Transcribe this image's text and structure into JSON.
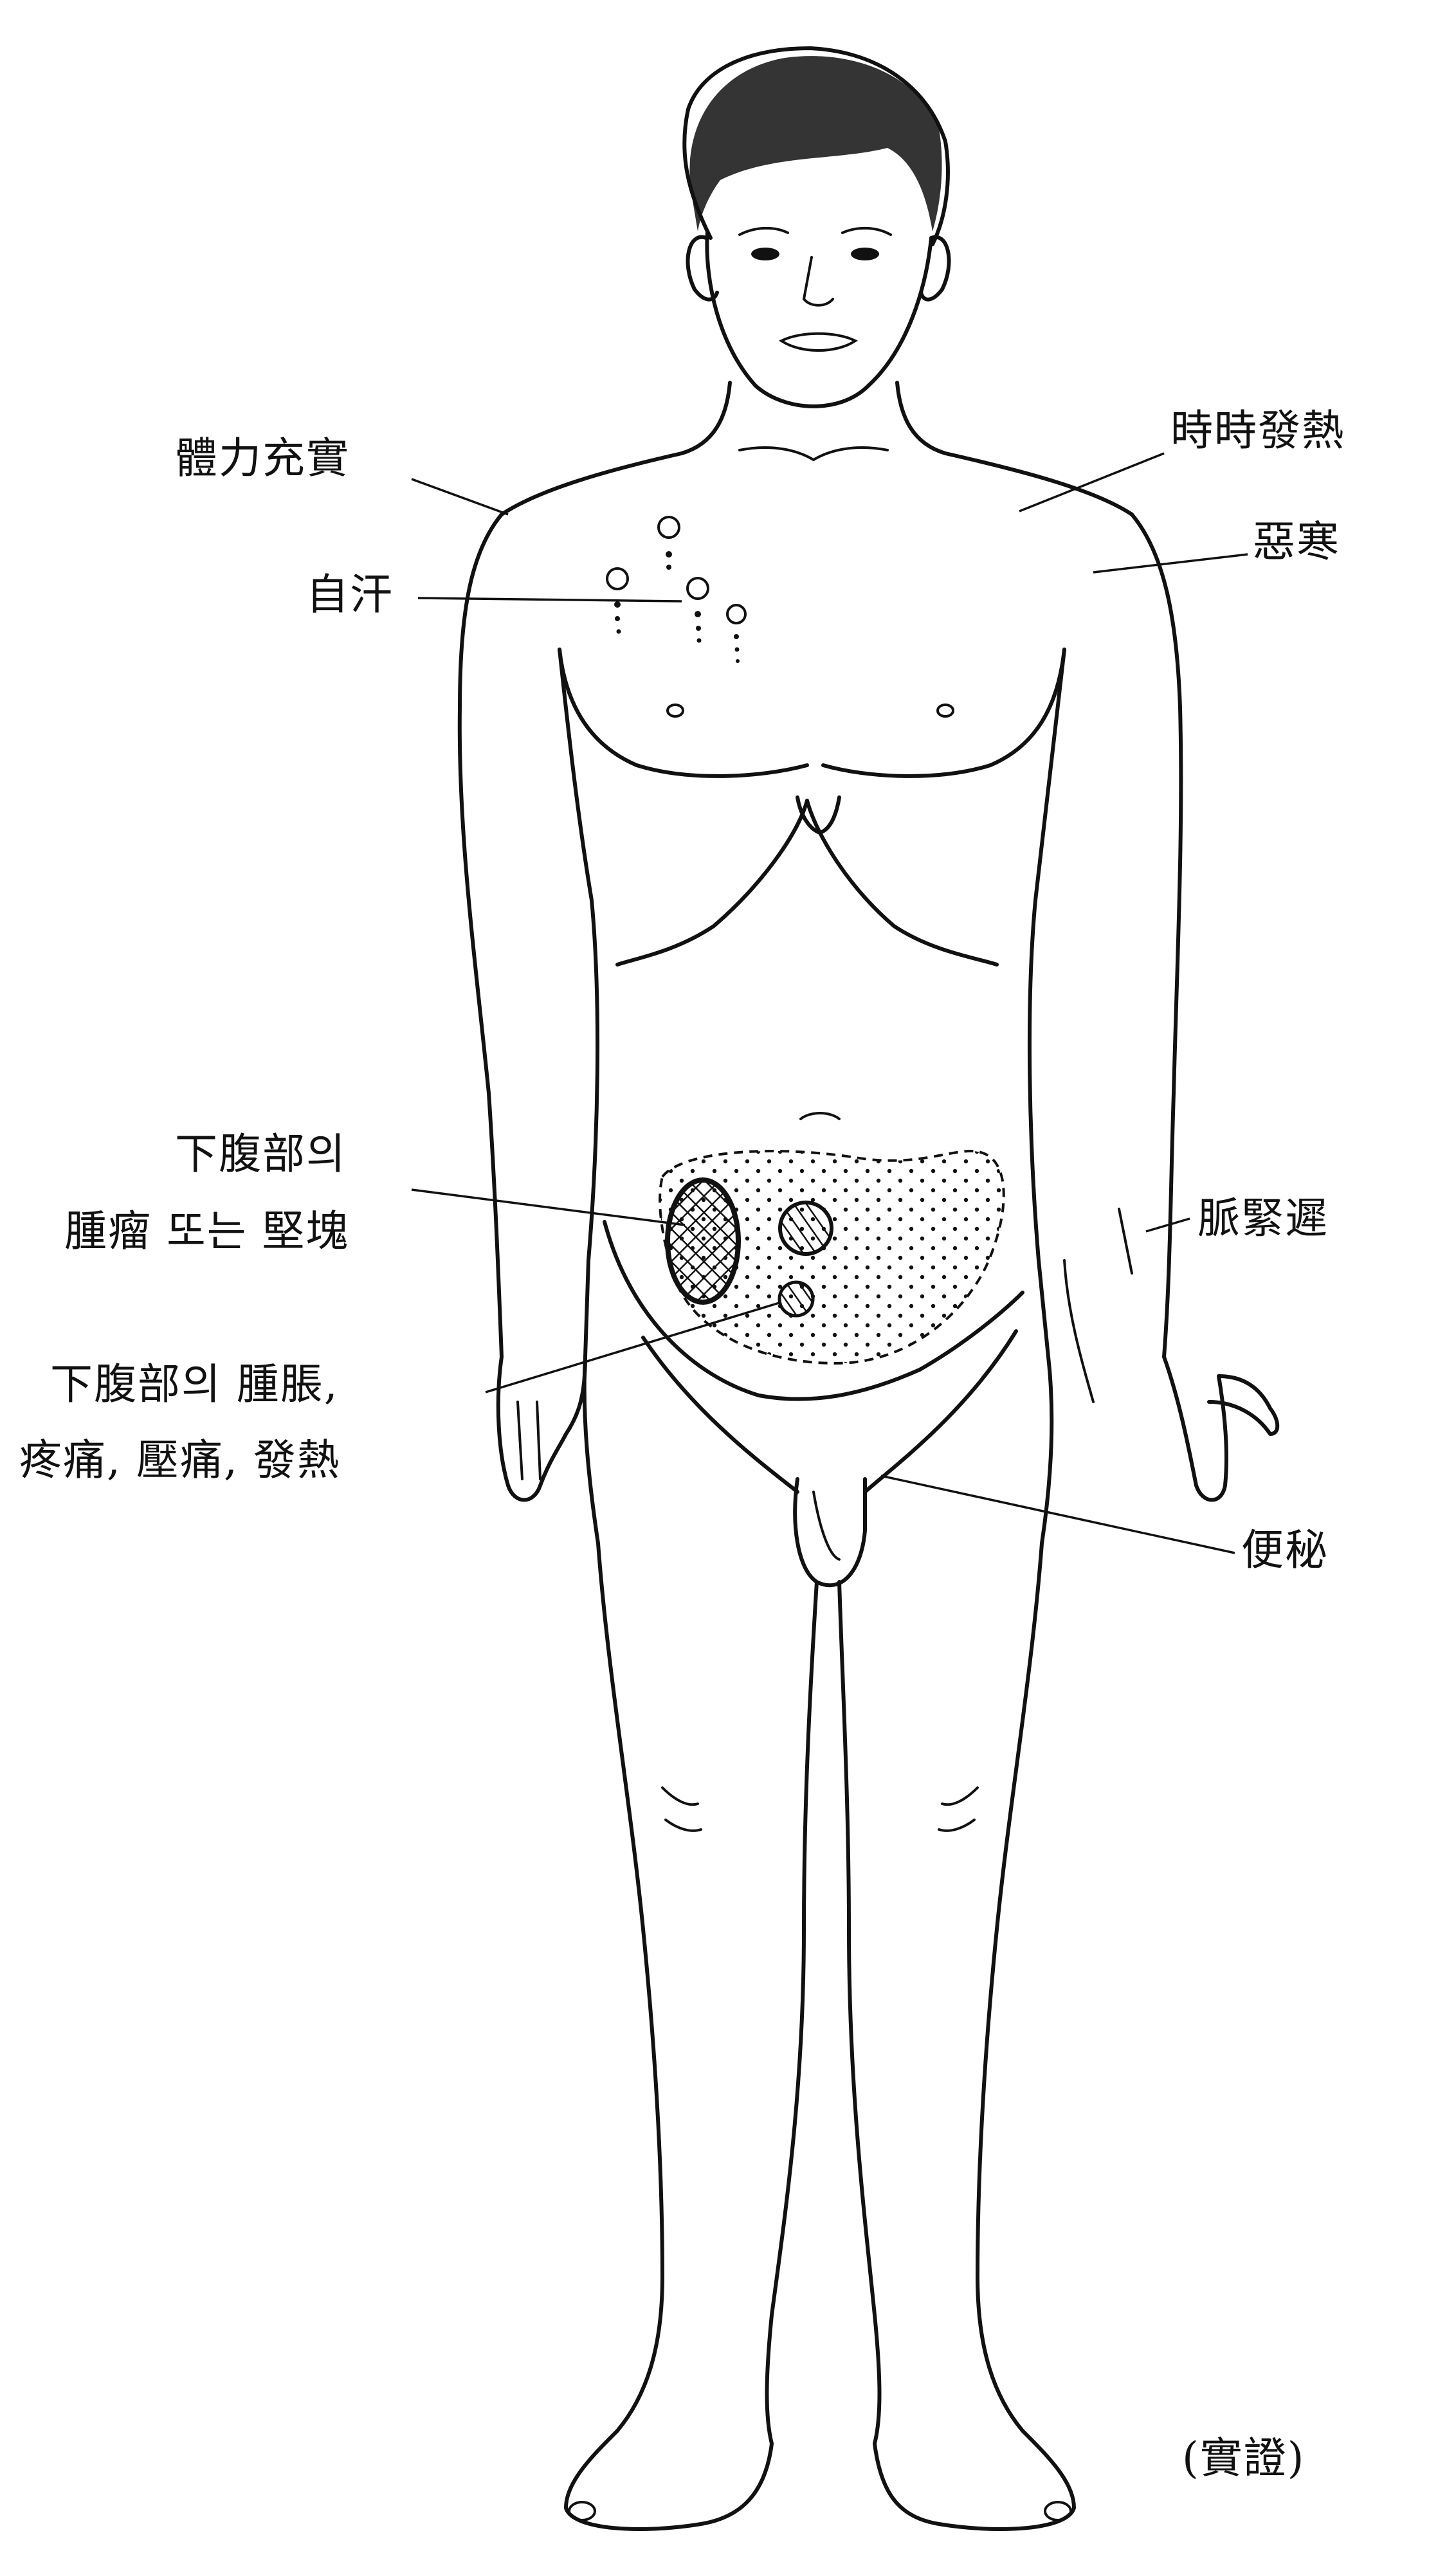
{
  "labels": {
    "constitution": "體力充實",
    "spontaneous_sweat": "自汗",
    "periodic_fever": "時時發熱",
    "aversion_to_cold": "惡寒",
    "mass_line1": "下腹部의",
    "mass_line2": "腫瘤 또는 堅塊",
    "swelling_line1": "下腹部의 腫脹,",
    "swelling_line2": "疼痛, 壓痛, 發熱",
    "pulse": "脈緊遲",
    "constipation": "便秘",
    "caption": "(實證)"
  },
  "colors": {
    "ink": "#111111",
    "background": "#ffffff"
  }
}
